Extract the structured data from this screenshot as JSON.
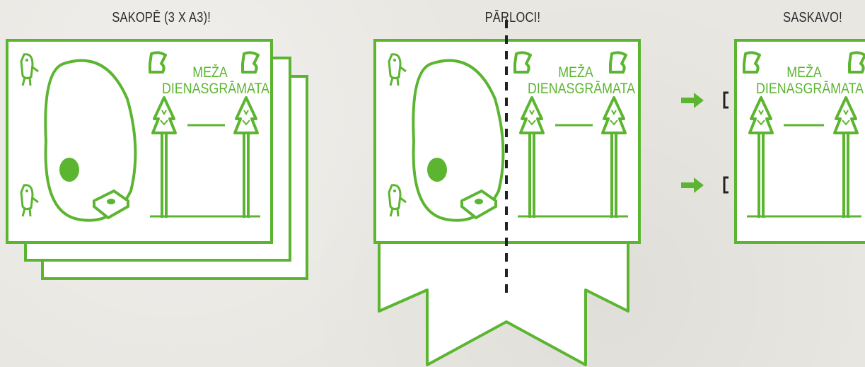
{
  "steps": [
    {
      "label": "SAKOPĒ (3 X A3)!"
    },
    {
      "label": "PĀRLOCI!"
    },
    {
      "label": "SASKAVO!"
    }
  ],
  "notebook": {
    "title_line1": "MEŽA",
    "title_line2": "DIENASGRĀMATA"
  },
  "colors": {
    "accent": "#5cb531",
    "ink": "#2b2b2b",
    "paper": "#ffffff",
    "background": "#e9e7e2"
  },
  "icons": [
    "bug-creature-icon",
    "boot-icon",
    "tree-icon",
    "book-icon",
    "arrow-right-icon",
    "staple-bracket-icon"
  ]
}
